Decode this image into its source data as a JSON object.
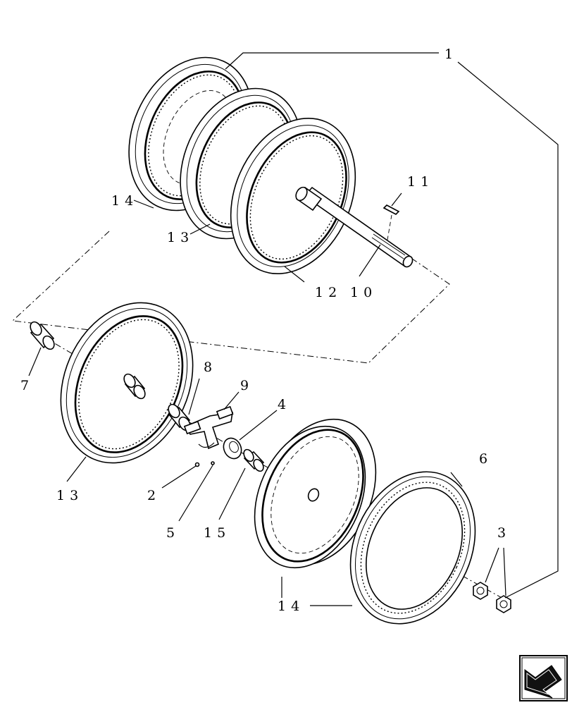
{
  "labels": {
    "l1": "1",
    "l2": "2",
    "l3": "3",
    "l4": "4",
    "l5": "5",
    "l6": "6",
    "l7": "7",
    "l8": "8",
    "l9": "9",
    "l10": "10",
    "l11": "11",
    "l12": "12",
    "l13_top": "13",
    "l13_bottom": "13",
    "l14_top": "14",
    "l14_bottom": "14",
    "l15": "15"
  },
  "nav": {
    "icon": "next-page-arrow-icon"
  }
}
